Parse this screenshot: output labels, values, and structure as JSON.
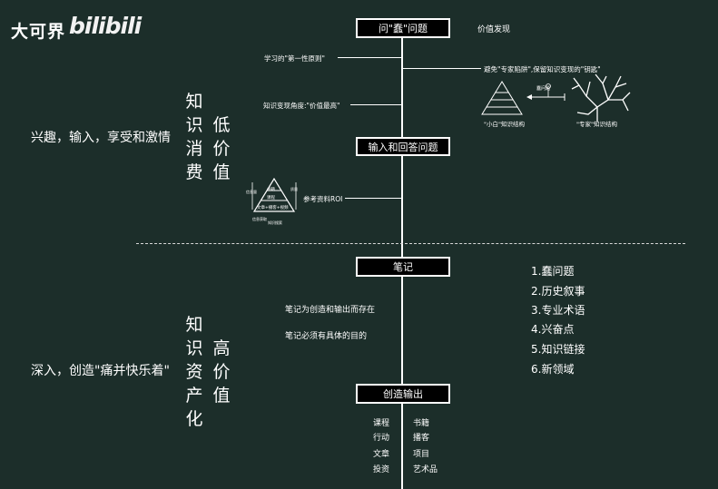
{
  "brand": {
    "name": "大可界",
    "logo": "bilibili"
  },
  "diagram": {
    "box_top": "问\"蠢\"问题",
    "box_input": "输入和回答问题",
    "box_notes": "笔记",
    "box_output": "创造输出",
    "value_discovery": "价值发现",
    "first_principle": "学习的\"第一性原则\"",
    "monetize": "知识变现角度:\"价值最高\"",
    "avoid_trap": "避免\"专家陷阱\",保留知识变现的\"钥匙\"",
    "novice_structure": "\"小白\"知识结构",
    "expert_structure": "\"专家\"知识结构",
    "arrow_label": "蠢问题",
    "reference_roi": "参考资料ROI",
    "pyramid_labels": [
      "书籍",
      "课程",
      "文章+播客+视频",
      "信息获取",
      "知识搜索"
    ],
    "pyramid_side_left": "信息量",
    "pyramid_side_right": "质量",
    "notes_purpose_1": "笔记为创造和输出而存在",
    "notes_purpose_2": "笔记必须有具体的目的",
    "low_value_left": "知识消费",
    "low_value_right": "低价值",
    "high_value_left": "知识资产化",
    "high_value_right": "高价值",
    "side_top": "兴趣，输入，享受和激情",
    "side_bottom": "深入，创造\"痛并快乐着\"",
    "note_list": [
      "1.蠢问题",
      "2.历史叙事",
      "3.专业术语",
      "4.兴奋点",
      "5.知识链接",
      "6.新领域"
    ],
    "output_left": [
      "课程",
      "行动",
      "文章",
      "投资"
    ],
    "output_right": [
      "书籍",
      "播客",
      "项目",
      "艺术品"
    ]
  }
}
